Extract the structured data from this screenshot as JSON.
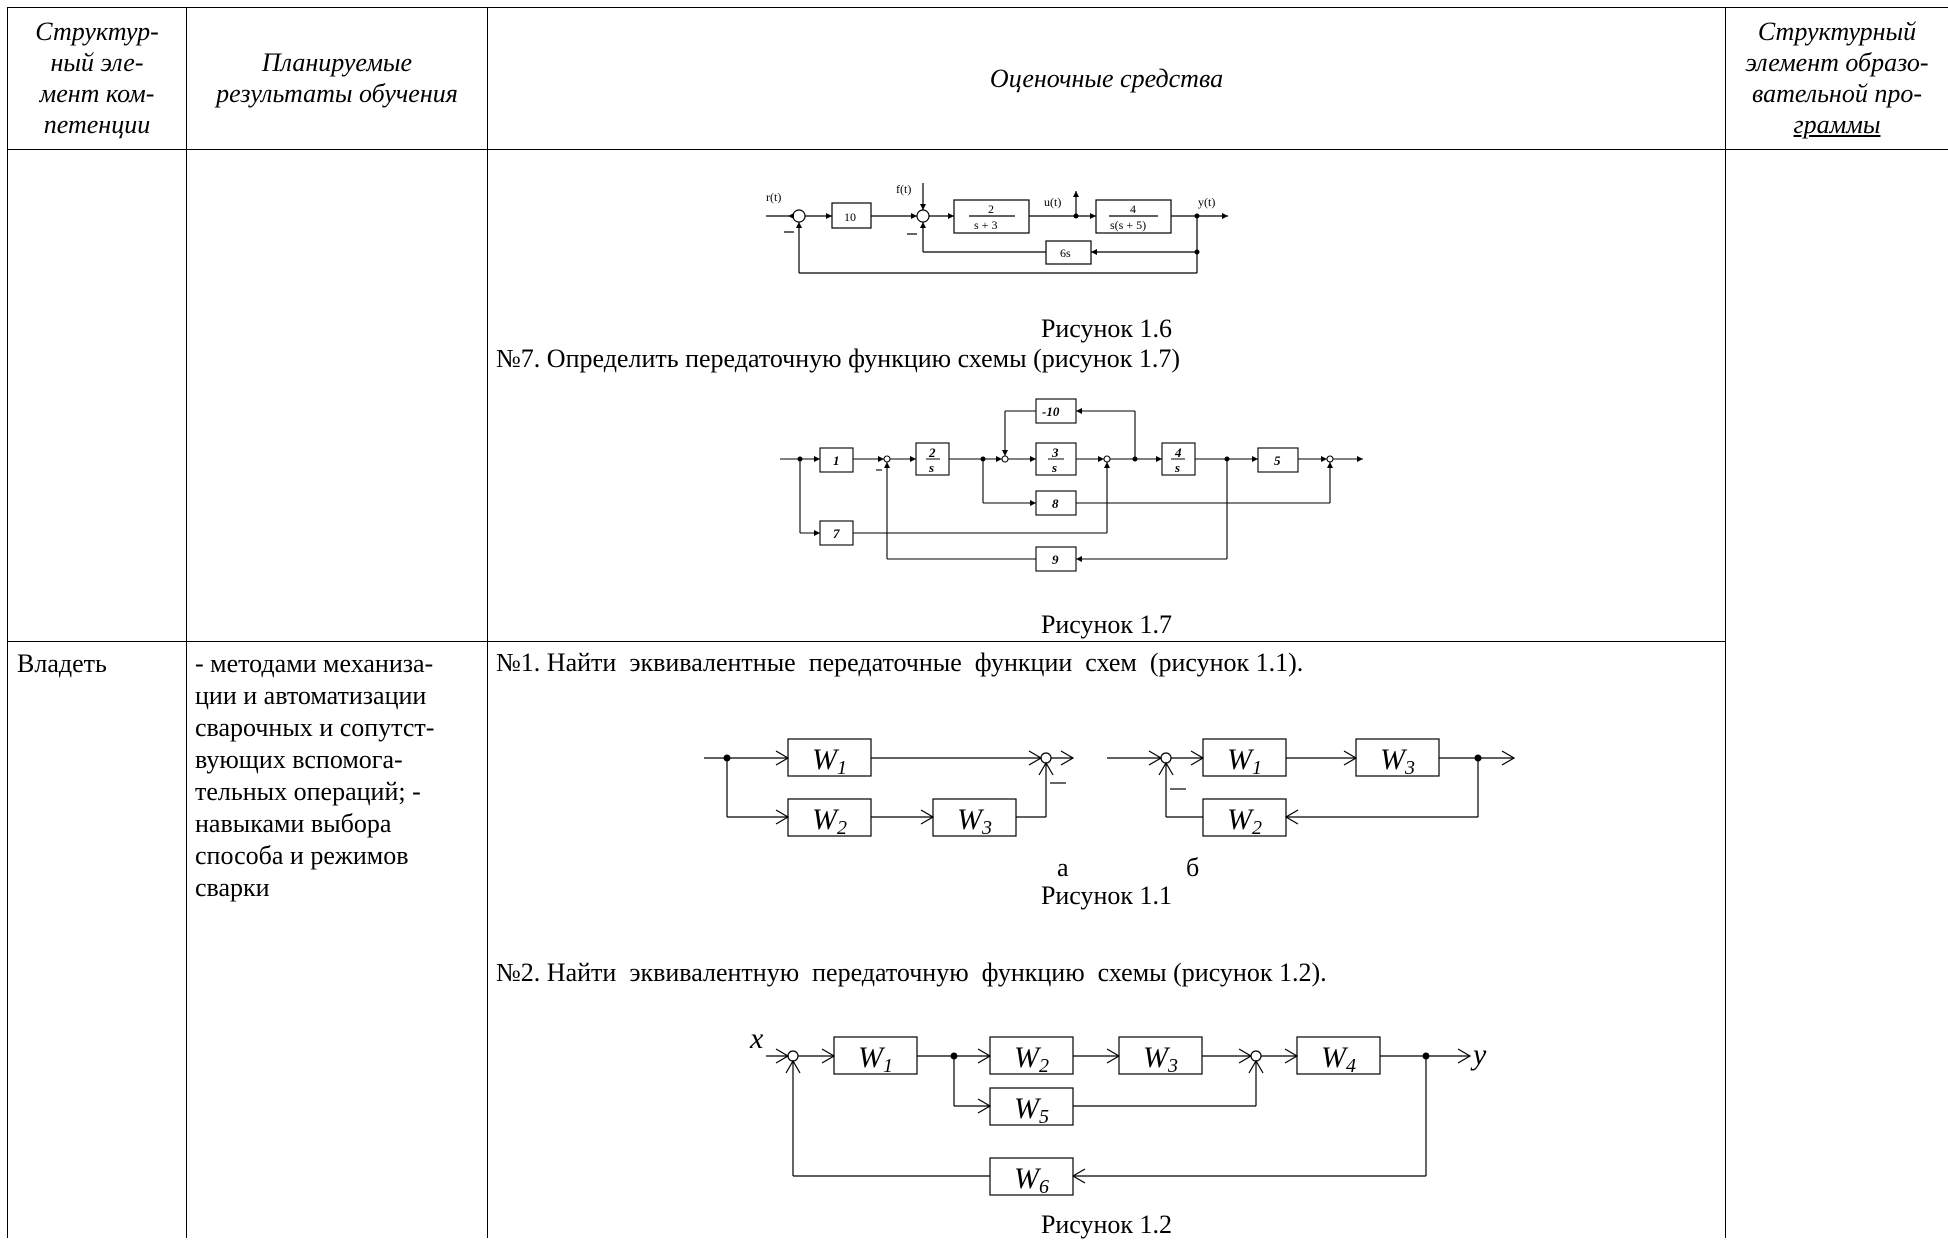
{
  "header": {
    "col1": [
      "Структур-",
      "ный эле-",
      "мент ком-",
      "петенции"
    ],
    "col2": [
      "Планируемые",
      "результаты обучения"
    ],
    "col3": "Оценочные средства",
    "col4": [
      "Структурный",
      "элемент образо-",
      "вательной про-",
      "граммы"
    ]
  },
  "row1": {
    "fig16": {
      "caption": "Рисунок 1.6",
      "labels": {
        "r": "r(t)",
        "f": "f(t)",
        "u": "u(t)",
        "y": "y(t)",
        "gain": "10",
        "tf1_num": "2",
        "tf1_den": "s + 3",
        "tf2_num": "4",
        "tf2_den": "s(s + 5)",
        "fb": "6s"
      }
    },
    "task7": "№7. Определить передаточную функцию схемы (рисунок 1.7)",
    "fig17": {
      "caption": "Рисунок 1.7",
      "blocks": {
        "b1": "1",
        "b2n": "2",
        "b2d": "s",
        "b3n": "3",
        "b3d": "s",
        "b4n": "4",
        "b4d": "s",
        "b5": "5",
        "b7": "7",
        "b8": "8",
        "b9": "9",
        "b10": "-10"
      }
    }
  },
  "row2": {
    "element": "Владеть",
    "results": [
      "- методами механиза-",
      "ции и автоматизации",
      "сварочных и сопутст-",
      "вующих вспомога-",
      "тельных операций; -",
      "навыками выбора",
      "способа и режимов",
      "сварки"
    ],
    "task1": "№1. Найти  эквивалентные  передаточные  функции  схем  (рисунок 1.1).",
    "fig11": {
      "sub_a": "а",
      "sub_b": "б",
      "caption": "Рисунок 1.1",
      "w1": "W",
      "w1s": "1",
      "w2": "W",
      "w2s": "2",
      "w3": "W",
      "w3s": "3"
    },
    "task2": "№2. Найти  эквивалентную  передаточную  функцию  схемы (рисунок 1.2).",
    "fig12": {
      "caption": "Рисунок 1.2",
      "x": "x",
      "y": "y",
      "w": "W",
      "s1": "1",
      "s2": "2",
      "s3": "3",
      "s4": "4",
      "s5": "5",
      "s6": "6"
    }
  }
}
